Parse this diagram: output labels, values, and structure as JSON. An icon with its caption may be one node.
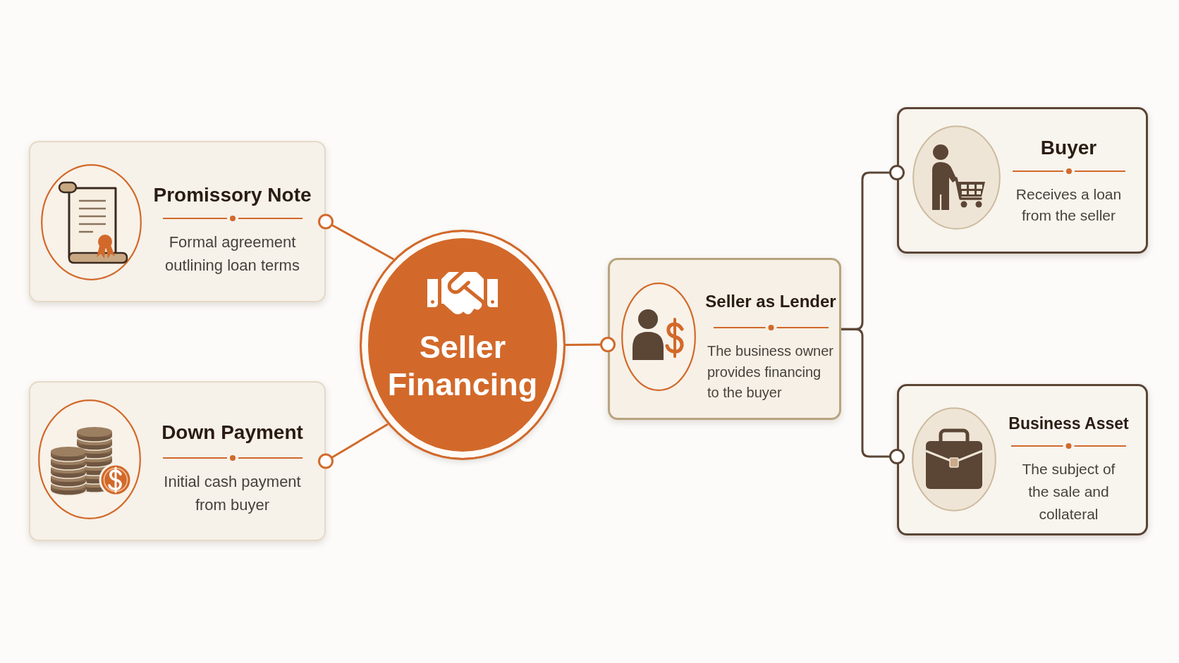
{
  "diagram": {
    "nodes": [
      {
        "text": [
          "Promissory Note",
          "Formal agreement outlining loan terms"
        ]
      },
      {
        "text": [
          "Down Payment",
          "Initial cash payment from buyer"
        ]
      },
      {
        "text": [
          "Seller Financing"
        ]
      },
      {
        "text": [
          "Seller as Lender",
          "The business owner provides financing to the buyer"
        ]
      },
      {
        "text": [
          "Buyer",
          "Receives a loan from the seller"
        ]
      },
      {
        "text": [
          "Business Asset",
          "The subject of the sale and collateral"
        ]
      }
    ],
    "edges": [
      {
        "from": 2,
        "to": 0,
        "arrow": "other"
      },
      {
        "from": 2,
        "to": 1,
        "arrow": "other"
      },
      {
        "from": 2,
        "to": 3,
        "arrow": "other"
      },
      {
        "from": 3,
        "to": 4,
        "arrow": "other",
        "color": "#5b4535"
      },
      {
        "from": 3,
        "to": 5,
        "arrow": "other",
        "color": "#5b4535"
      }
    ]
  }
}
